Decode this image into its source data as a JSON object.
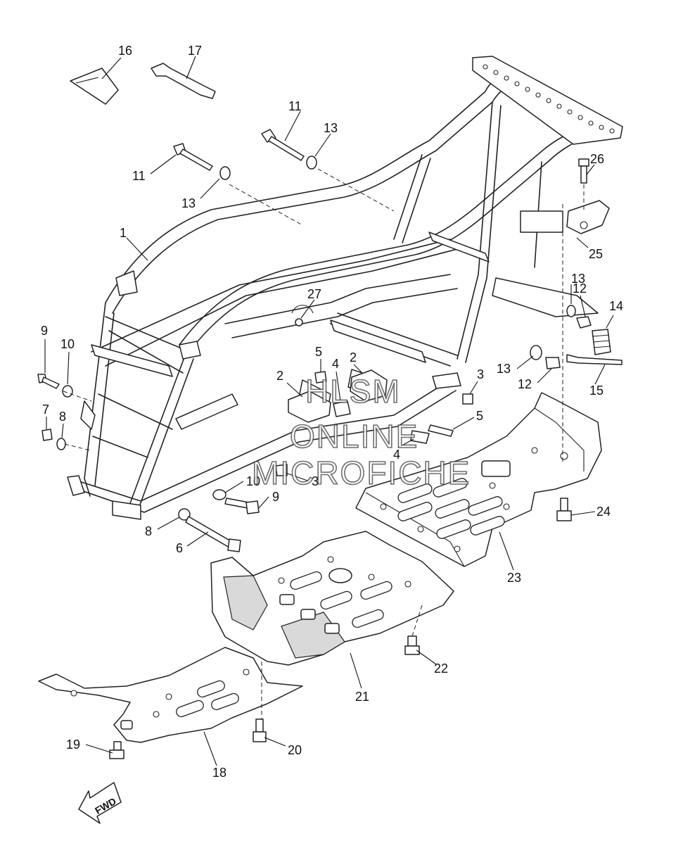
{
  "diagram": {
    "callouts": [
      {
        "id": "c16",
        "text": "16"
      },
      {
        "id": "c17",
        "text": "17"
      },
      {
        "id": "c11a",
        "text": "11"
      },
      {
        "id": "c13a",
        "text": "13"
      },
      {
        "id": "c11b",
        "text": "11"
      },
      {
        "id": "c13b",
        "text": "13"
      },
      {
        "id": "c26",
        "text": "26"
      },
      {
        "id": "c25",
        "text": "25"
      },
      {
        "id": "c1",
        "text": "1"
      },
      {
        "id": "c27",
        "text": "27"
      },
      {
        "id": "c13c",
        "text": "13"
      },
      {
        "id": "c12a",
        "text": "12"
      },
      {
        "id": "c14",
        "text": "14"
      },
      {
        "id": "c9a",
        "text": "9"
      },
      {
        "id": "c10a",
        "text": "10"
      },
      {
        "id": "c5a",
        "text": "5"
      },
      {
        "id": "c2a",
        "text": "2"
      },
      {
        "id": "c4a",
        "text": "4"
      },
      {
        "id": "c2b",
        "text": "2"
      },
      {
        "id": "c3a",
        "text": "3"
      },
      {
        "id": "c13d",
        "text": "13"
      },
      {
        "id": "c12b",
        "text": "12"
      },
      {
        "id": "c15",
        "text": "15"
      },
      {
        "id": "c7",
        "text": "7"
      },
      {
        "id": "c8a",
        "text": "8"
      },
      {
        "id": "c5b",
        "text": "5"
      },
      {
        "id": "c4b",
        "text": "4"
      },
      {
        "id": "c10b",
        "text": "10"
      },
      {
        "id": "c3b",
        "text": "3"
      },
      {
        "id": "c9b",
        "text": "9"
      },
      {
        "id": "c24",
        "text": "24"
      },
      {
        "id": "c8b",
        "text": "8"
      },
      {
        "id": "c6",
        "text": "6"
      },
      {
        "id": "c23",
        "text": "23"
      },
      {
        "id": "c22",
        "text": "22"
      },
      {
        "id": "c21",
        "text": "21"
      },
      {
        "id": "c20",
        "text": "20"
      },
      {
        "id": "c19",
        "text": "19"
      },
      {
        "id": "c18",
        "text": "18"
      }
    ],
    "fwd_label": "FWD",
    "watermark": [
      "HLSM",
      "ONLINE",
      "MICROFICHE"
    ]
  }
}
